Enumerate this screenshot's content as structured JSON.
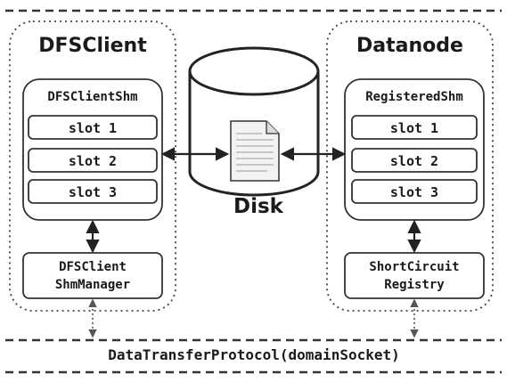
{
  "client": {
    "title": "DFSClient",
    "shm_title": "DFSClientShm",
    "slots": [
      "slot 1",
      "slot 2",
      "slot 3"
    ],
    "manager_line1": "DFSClient",
    "manager_line2": "ShmManager"
  },
  "datanode": {
    "title": "Datanode",
    "shm_title": "RegisteredShm",
    "slots": [
      "slot 1",
      "slot 2",
      "slot 3"
    ],
    "registry_line1": "ShortCircuit",
    "registry_line2": "Registry"
  },
  "disk": {
    "label": "Disk"
  },
  "protocol": {
    "label": "DataTransferProtocol(domainSocket)"
  }
}
